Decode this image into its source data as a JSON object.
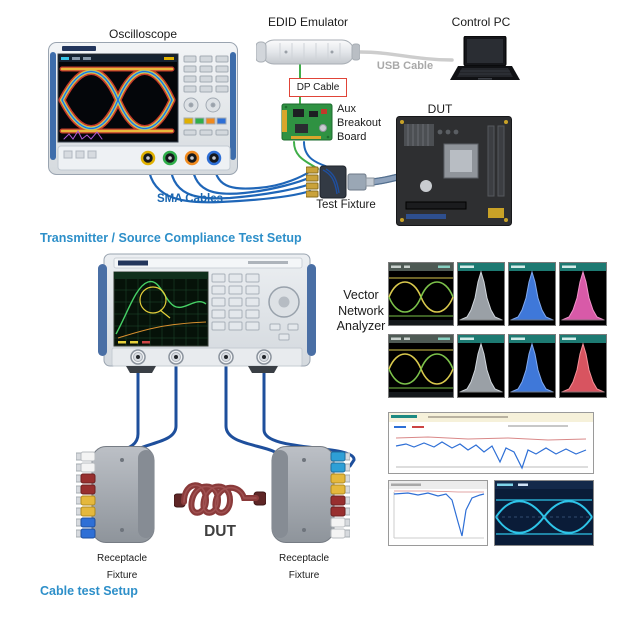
{
  "section_titles": {
    "transmitter": "Transmitter / Source Compliance Test Setup",
    "cable": "Cable test Setup"
  },
  "top_setup": {
    "oscilloscope": "Oscilloscope",
    "edid_emulator": "EDID Emulator",
    "control_pc": "Control PC",
    "usb_cable": "USB Cable",
    "dp_cable": "DP Cable",
    "aux_line1": "Aux",
    "aux_line2": "Breakout",
    "aux_line3": "Board",
    "dut": "DUT",
    "test_fixture": "Test Fixture",
    "sma_cables": "SMA Cables"
  },
  "cable_setup": {
    "vna_line1": "Vector",
    "vna_line2": "Network",
    "vna_line3": "Analyzer",
    "dut": "DUT",
    "left_fixture": {
      "line1": "Receptacle",
      "line2": "Fixture"
    },
    "right_fixture": {
      "line1": "Receptacle",
      "line2": "Fixture"
    }
  },
  "colors": {
    "section_title": "#2d8fc9",
    "sma_label": "#1a66b0",
    "usb_label": "#a9a9a9",
    "dp_border": "#e04438",
    "sma_cable": "#1f66b8",
    "cable_blue": "#1e4f9c",
    "cable_green": "#3fae49"
  }
}
